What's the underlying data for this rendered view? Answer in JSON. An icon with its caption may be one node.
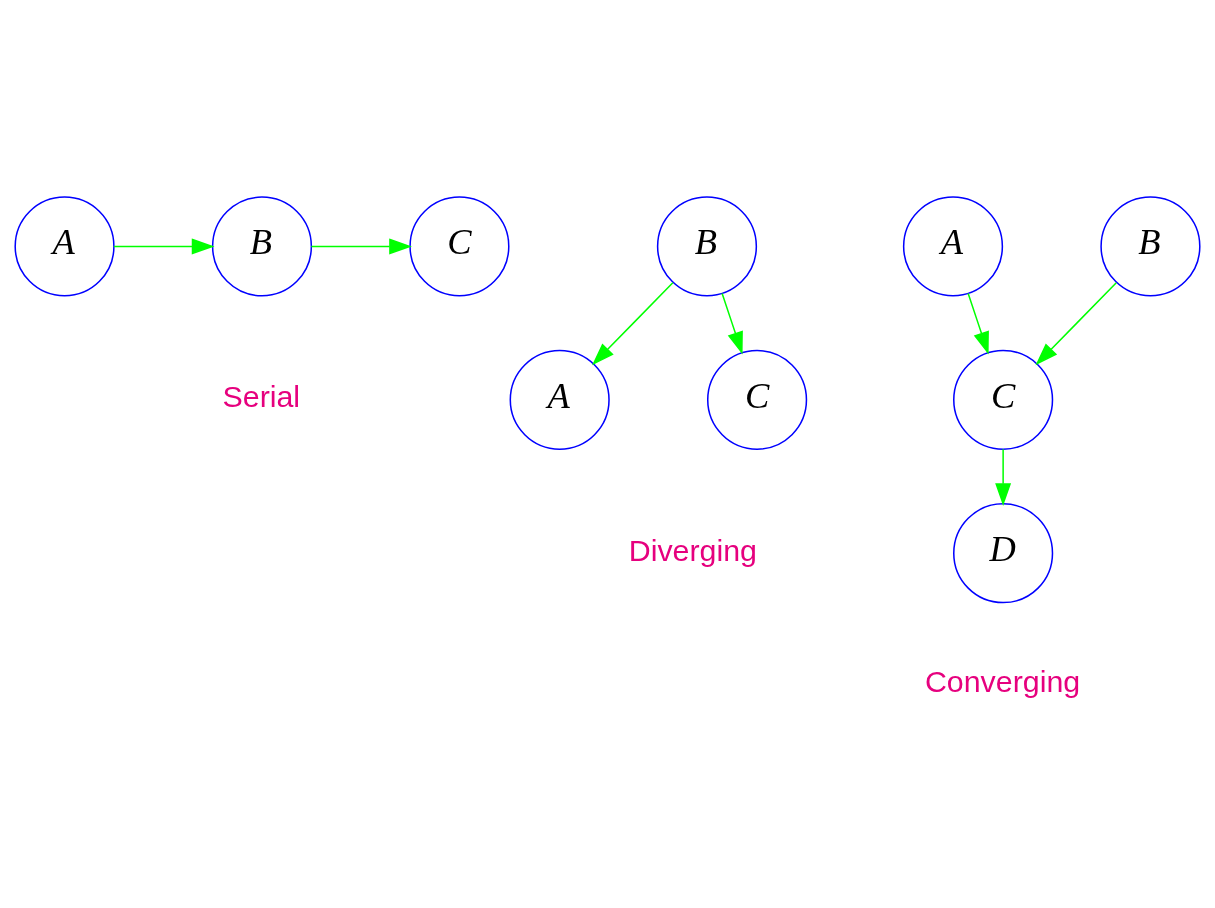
{
  "diagram": {
    "nodes": [
      {
        "text": [
          "A"
        ]
      },
      {
        "text": [
          "B"
        ]
      },
      {
        "text": [
          "C"
        ]
      },
      {
        "text": [
          "B"
        ]
      },
      {
        "text": [
          "A"
        ]
      },
      {
        "text": [
          "C"
        ]
      },
      {
        "text": [
          "A"
        ]
      },
      {
        "text": [
          "B"
        ]
      },
      {
        "text": [
          "C"
        ]
      },
      {
        "text": [
          "D"
        ]
      }
    ],
    "edges": [
      {
        "from": 0,
        "to": 1,
        "arrow": "to"
      },
      {
        "from": 1,
        "to": 2,
        "arrow": "to"
      },
      {
        "from": 3,
        "to": 4,
        "arrow": "to"
      },
      {
        "from": 3,
        "to": 5,
        "arrow": "to"
      },
      {
        "from": 6,
        "to": 8,
        "arrow": "to"
      },
      {
        "from": 7,
        "to": 8,
        "arrow": "to"
      },
      {
        "from": 8,
        "to": 9,
        "arrow": "to"
      }
    ],
    "labels": [
      "Serial",
      "Diverging",
      "Converging"
    ]
  }
}
